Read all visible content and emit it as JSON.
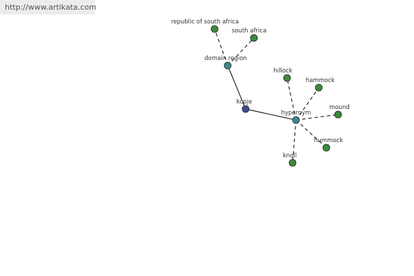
{
  "watermark": {
    "url": "http://www.artikata.com"
  },
  "colors": {
    "root": "#3f4a8f",
    "relation": "#3d8a8a",
    "term": "#3e8a3e",
    "edge": "#000000"
  },
  "graph": {
    "nodes": [
      {
        "id": "kopje",
        "label": "kopje",
        "kind": "root"
      },
      {
        "id": "domain-region",
        "label": "domain region",
        "kind": "relation"
      },
      {
        "id": "hypernym",
        "label": "hypernym",
        "kind": "relation"
      },
      {
        "id": "republic-of-south-africa",
        "label": "republic of south africa",
        "kind": "term"
      },
      {
        "id": "south-africa",
        "label": "south africa",
        "kind": "term"
      },
      {
        "id": "hillock",
        "label": "hillock",
        "kind": "term"
      },
      {
        "id": "hammock",
        "label": "hammock",
        "kind": "term"
      },
      {
        "id": "mound",
        "label": "mound",
        "kind": "term"
      },
      {
        "id": "hummock",
        "label": "hummock",
        "kind": "term"
      },
      {
        "id": "knoll",
        "label": "knoll",
        "kind": "term"
      }
    ],
    "edges": [
      {
        "from": "kopje",
        "to": "domain-region",
        "style": "solid"
      },
      {
        "from": "kopje",
        "to": "hypernym",
        "style": "solid"
      },
      {
        "from": "domain-region",
        "to": "republic-of-south-africa",
        "style": "dashed"
      },
      {
        "from": "domain-region",
        "to": "south-africa",
        "style": "dashed"
      },
      {
        "from": "hypernym",
        "to": "hillock",
        "style": "dashed"
      },
      {
        "from": "hypernym",
        "to": "hammock",
        "style": "dashed"
      },
      {
        "from": "hypernym",
        "to": "mound",
        "style": "dashed"
      },
      {
        "from": "hypernym",
        "to": "hummock",
        "style": "dashed"
      },
      {
        "from": "hypernym",
        "to": "knoll",
        "style": "dashed"
      }
    ]
  }
}
